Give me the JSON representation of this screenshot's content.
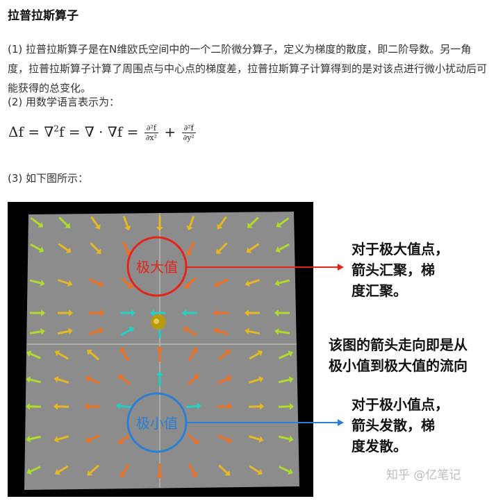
{
  "title": "拉普拉斯算子",
  "paragraph1": "(1) 拉普拉斯算子是在N维欧氏空间中的一个二阶微分算子，定义为梯度的散度，即二阶导数。另一角度，拉普拉斯算子计算了周围点与中心点的梯度差，拉普拉斯算子计算得到的是对该点进行微小扰动后可能获得的总变化。",
  "paragraph2": "(2) 用数学语言表示为：",
  "formula": {
    "lhs": "Δf = ∇",
    "sup2": "2",
    "mid": "f = ∇ · ∇f = ",
    "frac1_num": "∂²f",
    "frac1_den": "∂x²",
    "plus": "+",
    "frac2_num": "∂²f",
    "frac2_den": "∂y²"
  },
  "paragraph3": "(3) 如下图所示：",
  "figure": {
    "max_label": "极大值",
    "min_label": "极小值",
    "max_color": "#e3241c",
    "min_color": "#2a7fd4"
  },
  "annotations": {
    "top": [
      "对于极大值点，",
      "箭头汇聚，梯",
      "度汇聚。"
    ],
    "middle": [
      "该图的箭头走向即是从",
      "极小值到极大值的流向"
    ],
    "bottom": [
      "对于极小值点，",
      "箭头发散，梯",
      "度发散。"
    ]
  },
  "watermark": "知乎 @亿笔记"
}
